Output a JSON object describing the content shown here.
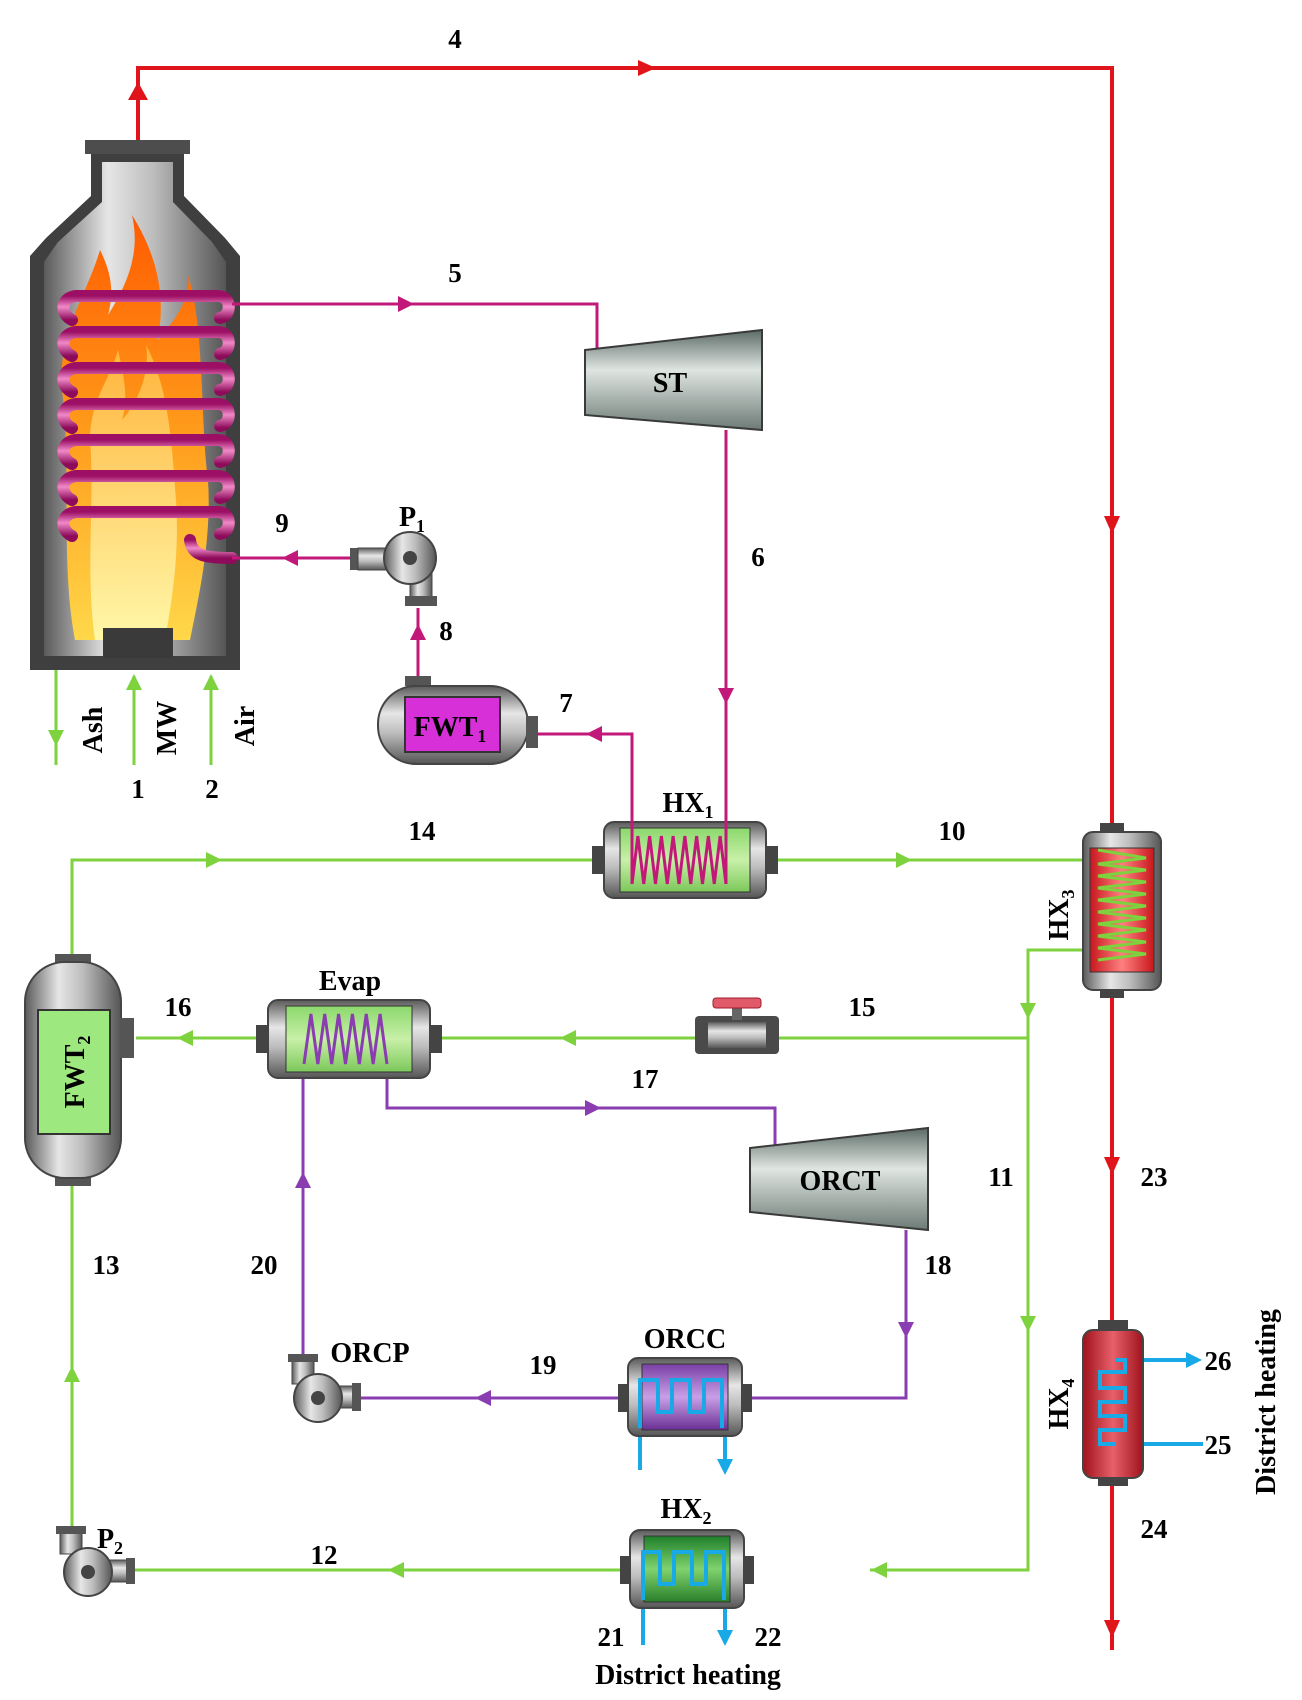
{
  "colors": {
    "flue_gas": "#e0151b",
    "steam": "#c2187a",
    "water": "#7dd23d",
    "orc": "#8a3db0",
    "district": "#19a9e6"
  },
  "streams": {
    "s1": "1",
    "s2": "2",
    "s4": "4",
    "s5": "5",
    "s6": "6",
    "s7": "7",
    "s8": "8",
    "s9": "9",
    "s10": "10",
    "s11": "11",
    "s12": "12",
    "s13": "13",
    "s14": "14",
    "s15": "15",
    "s16": "16",
    "s17": "17",
    "s18": "18",
    "s19": "19",
    "s20": "20",
    "s21": "21",
    "s22": "22",
    "s23": "23",
    "s24": "24",
    "s25": "25",
    "s26": "26"
  },
  "inputs": {
    "ash": "Ash",
    "mw": "MW",
    "air": "Air"
  },
  "components": {
    "st": "ST",
    "orct": "ORCT",
    "orcc": "ORCC",
    "orcp": "ORCP",
    "evap": "Evap",
    "fwt1_base": "FWT",
    "fwt1_sub": "1",
    "fwt2_base": "FWT",
    "fwt2_sub": "2",
    "p1_base": "P",
    "p1_sub": "1",
    "p2_base": "P",
    "p2_sub": "2",
    "hx1_base": "HX",
    "hx1_sub": "1",
    "hx2_base": "HX",
    "hx2_sub": "2",
    "hx3_base": "HX",
    "hx3_sub": "3",
    "hx4_base": "HX",
    "hx4_sub": "4"
  },
  "district_heating_bottom": "District heating",
  "district_heating_right": "District heating"
}
